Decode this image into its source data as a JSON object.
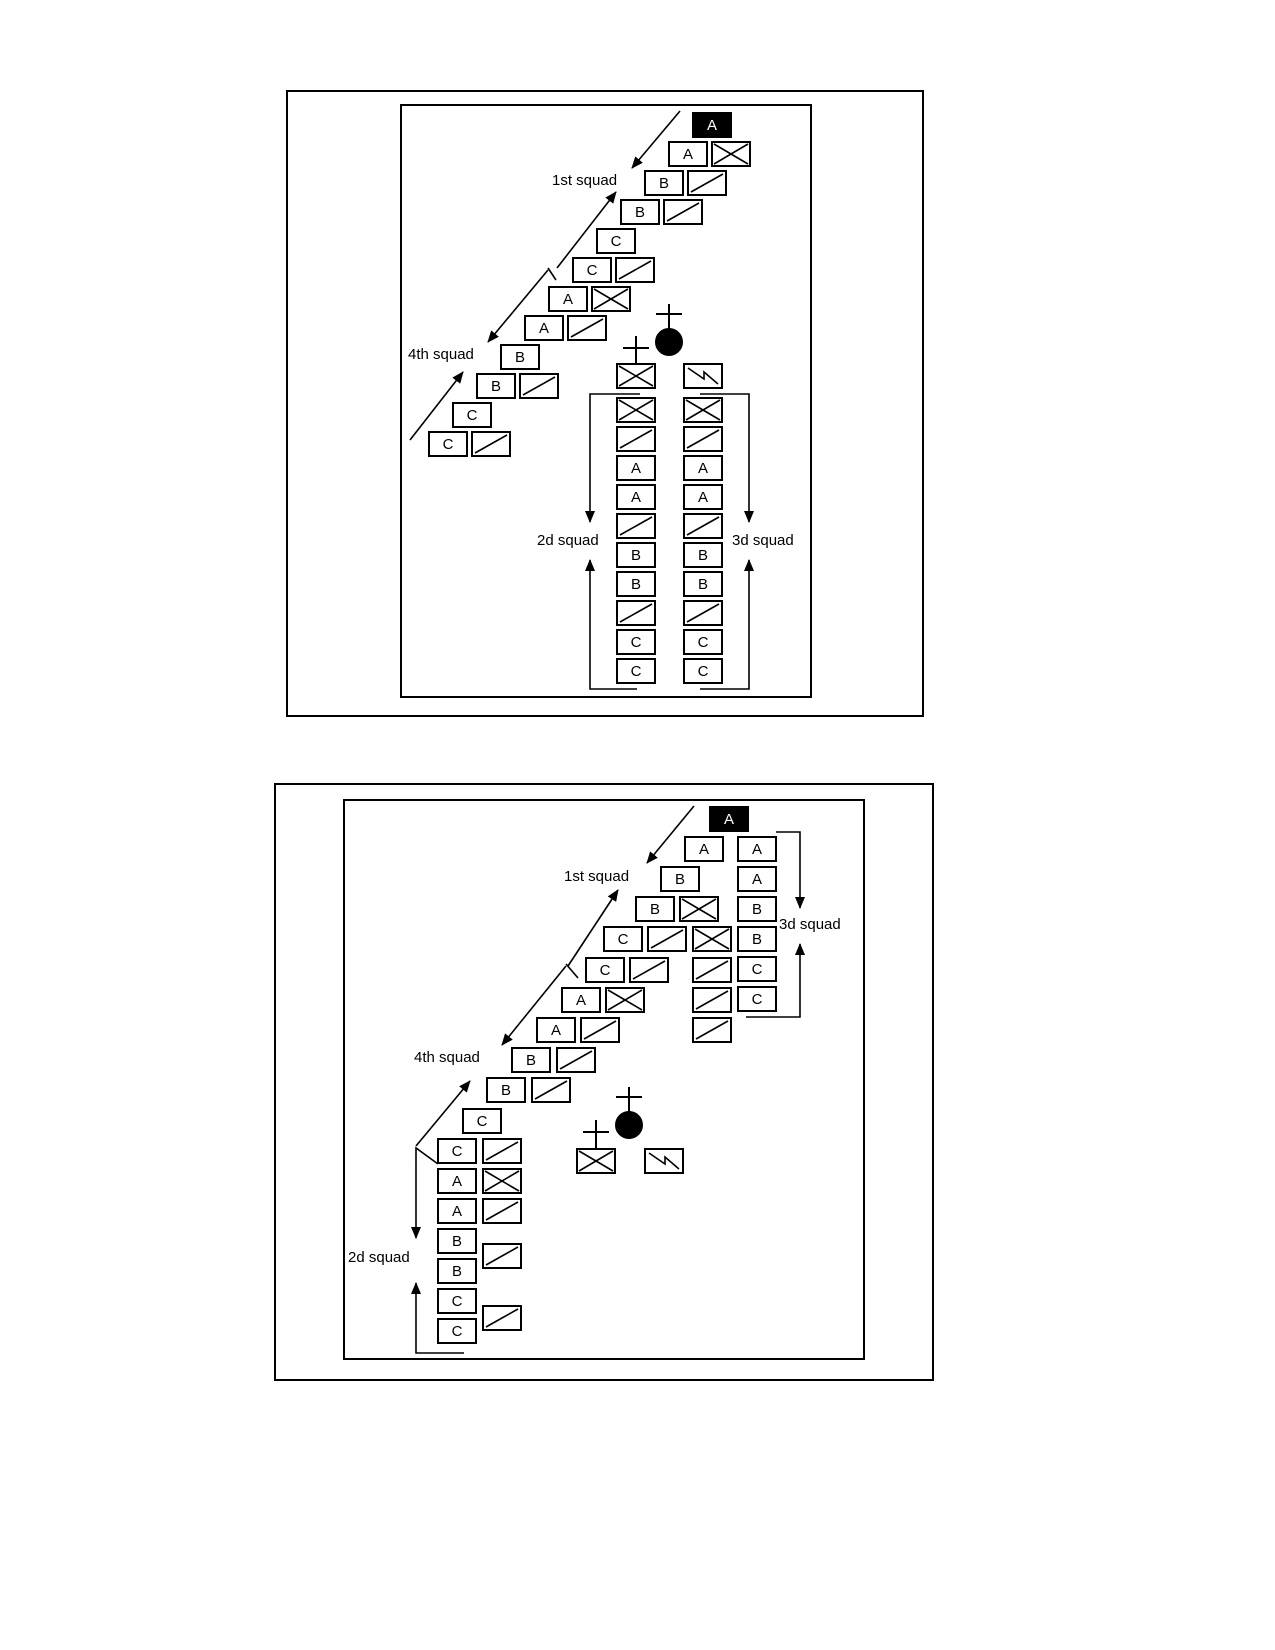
{
  "figures": [
    {
      "id": "formation-1",
      "labels": {
        "first_squad": "1st squad",
        "second_squad": "2d squad",
        "third_squad": "3d squad",
        "fourth_squad": "4th squad"
      },
      "symbol_kinds": [
        "team-leader-box",
        "infantry-x-box",
        "rifle-slash-box",
        "radio-box",
        "leader-marker",
        "crossed-leader-marker"
      ],
      "team_letters": [
        "A",
        "B",
        "C"
      ]
    },
    {
      "id": "formation-2",
      "labels": {
        "first_squad": "1st squad",
        "second_squad": "2d squad",
        "third_squad": "3d squad",
        "fourth_squad": "4th squad"
      },
      "symbol_kinds": [
        "team-leader-box",
        "infantry-x-box",
        "rifle-slash-box",
        "radio-box",
        "leader-marker",
        "crossed-leader-marker"
      ],
      "team_letters": [
        "A",
        "B",
        "C"
      ]
    }
  ],
  "colors": {
    "ink": "#000000",
    "paper": "#ffffff"
  }
}
